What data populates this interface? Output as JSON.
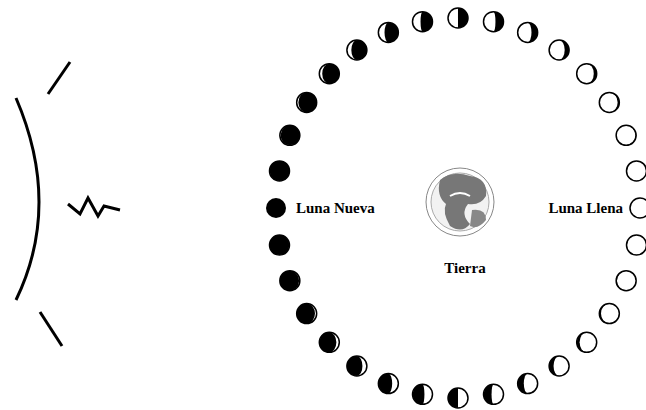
{
  "diagram": {
    "labels": [
      "Luna Nueva",
      "Luna Llena",
      "Tierra"
    ]
  }
}
